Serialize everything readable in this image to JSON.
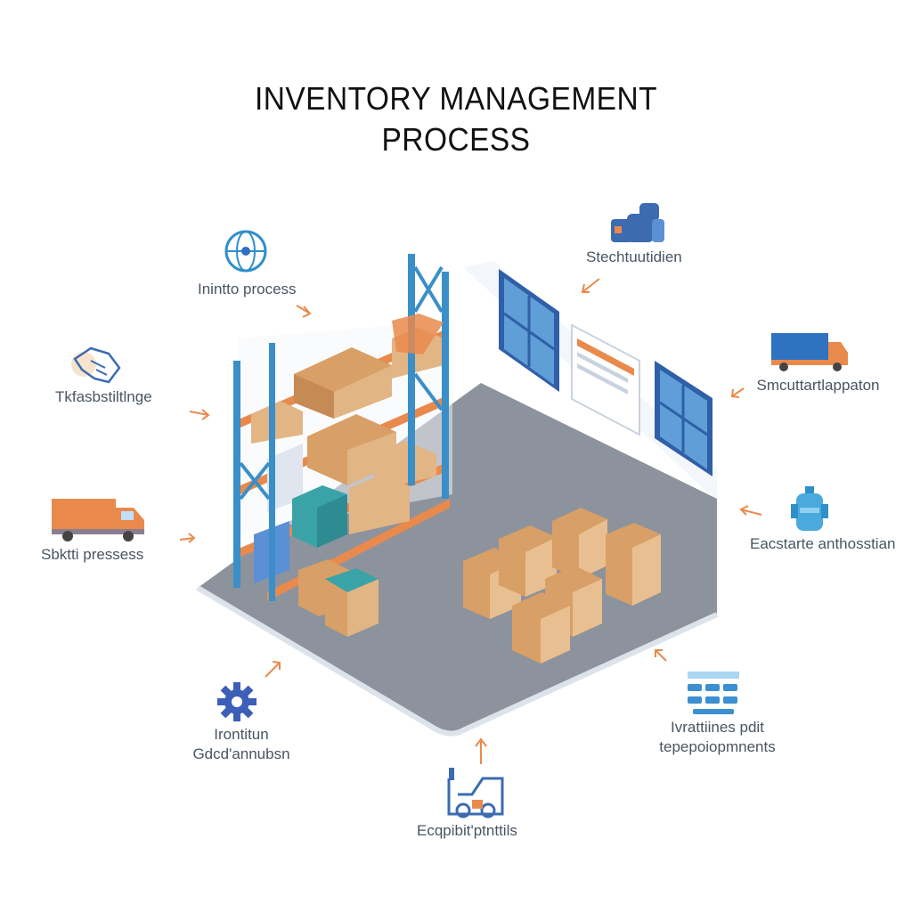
{
  "title": {
    "line1": "INVENTORY MANAGEMENT",
    "line2": "PROCESS"
  },
  "colors": {
    "blue": "#2f6fbf",
    "orange": "#e98a4c",
    "box": "#e2b584",
    "floor": "#8d939d",
    "rack_blue": "#3a8fc9"
  },
  "steps": [
    {
      "label": "Inintto process",
      "icon": "globe-icon"
    },
    {
      "label": "Tkfasbstiltlnge",
      "icon": "handshake-icon"
    },
    {
      "label": "Sbktti pressess",
      "icon": "truck-icon"
    },
    {
      "label_line1": "Irontitun",
      "label_line2": "Gdcd'annubsn",
      "icon": "gear-icon"
    },
    {
      "label": "Ecqpibit'ptnttils",
      "icon": "forklift-icon"
    },
    {
      "label_line1": "Ivrattiines pdit",
      "label_line2": "tepepoiopmnents",
      "icon": "database-icon"
    },
    {
      "label": "Eacstarte anthosstian",
      "icon": "tank-icon"
    },
    {
      "label": "Smcuttartlappaton",
      "icon": "delivery-truck-icon"
    },
    {
      "label": "Stechtuutidien",
      "icon": "containers-icon"
    }
  ]
}
